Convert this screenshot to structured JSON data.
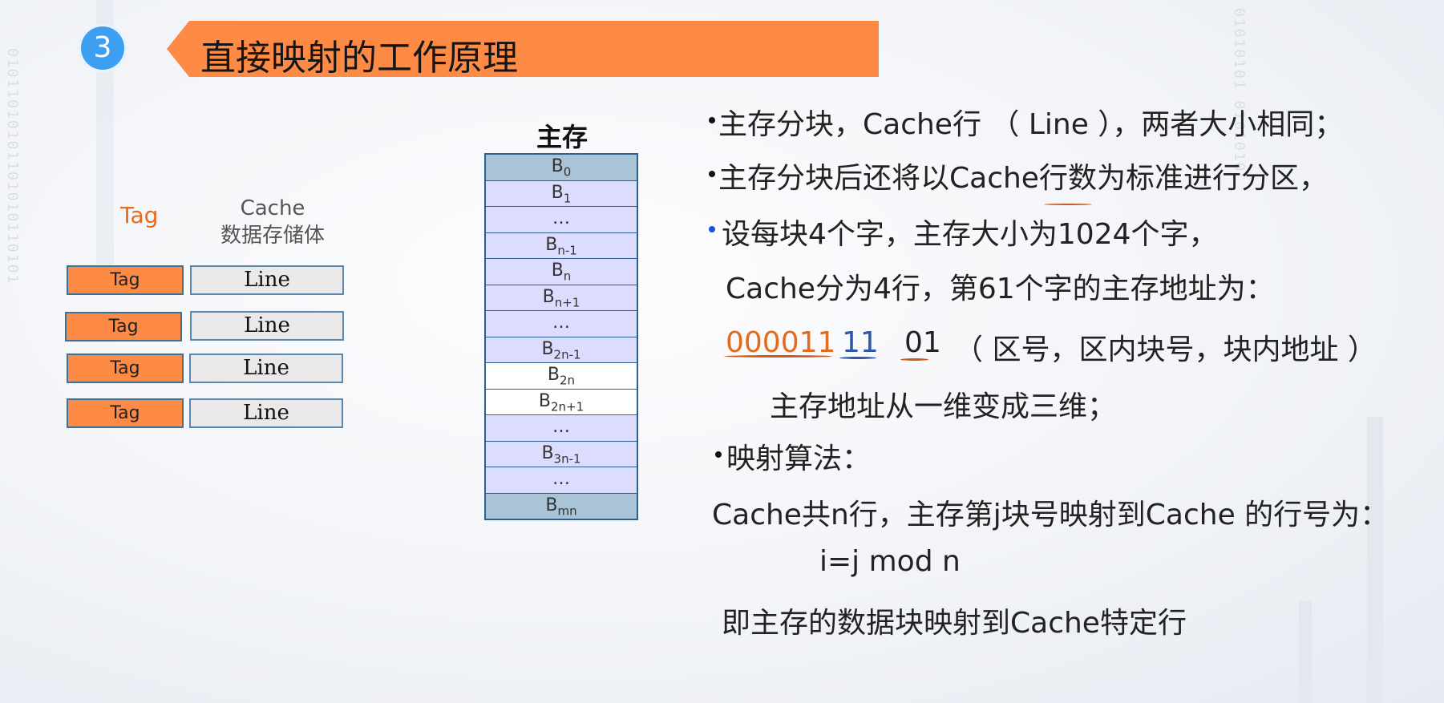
{
  "header": {
    "number": "3",
    "title": "直接映射的工作原理"
  },
  "cache": {
    "tag_header": "Tag",
    "cache_header_line1": "Cache",
    "cache_header_line2": "数据存储体",
    "rows": [
      {
        "tag": "Tag",
        "line": "Line"
      },
      {
        "tag": "Tag",
        "line": "Line"
      },
      {
        "tag": "Tag",
        "line": "Line"
      },
      {
        "tag": "Tag",
        "line": "Line"
      }
    ]
  },
  "memory": {
    "title": "主存",
    "blocks": [
      {
        "base": "B",
        "sub": "0",
        "style": "dark"
      },
      {
        "base": "B",
        "sub": "1",
        "style": "lav"
      },
      {
        "base": "…",
        "sub": "",
        "style": "lav"
      },
      {
        "base": "B",
        "sub": "n-1",
        "style": "lav"
      },
      {
        "base": "B",
        "sub": "n",
        "style": "lav"
      },
      {
        "base": "B",
        "sub": "n+1",
        "style": "lav"
      },
      {
        "base": "…",
        "sub": "",
        "style": "lav"
      },
      {
        "base": "B",
        "sub": "2n-1",
        "style": "lav"
      },
      {
        "base": "B",
        "sub": "2n",
        "style": "white"
      },
      {
        "base": "B",
        "sub": "2n+1",
        "style": "white"
      },
      {
        "base": "…",
        "sub": "",
        "style": "lav"
      },
      {
        "base": "B",
        "sub": "3n-1",
        "style": "lav"
      },
      {
        "base": "…",
        "sub": "",
        "style": "lav"
      },
      {
        "base": "B",
        "sub": "mn",
        "style": "dark"
      }
    ]
  },
  "text": {
    "l1": "主存分块，Cache行 （ Line ），两者大小相同；",
    "l2": "主存分块后还将以Cache行数为标准进行分区，",
    "l3": "设每块4个字，主存大小为1024个字，",
    "l4": "Cache分为4行，第61个字的主存地址为：",
    "addr_zone": "000011",
    "addr_line": "11",
    "addr_word": "01",
    "addr_note": "（ 区号，区内块号，块内地址 ）",
    "l6": "主存地址从一维变成三维；",
    "l7": "映射算法：",
    "l8": "Cache共n行，主存第j块号映射到Cache 的行号为：",
    "l9": "i=j mod n",
    "l10": "即主存的数据块映射到Cache特定行"
  },
  "colors": {
    "title_bar": "#fd8a45",
    "badge": "#3d9ff0",
    "tag_box": "#fd8a45",
    "block_dark": "#a9c4d6",
    "block_lavender": "#dcdcff",
    "bullet_blue": "#1f4fe0"
  }
}
